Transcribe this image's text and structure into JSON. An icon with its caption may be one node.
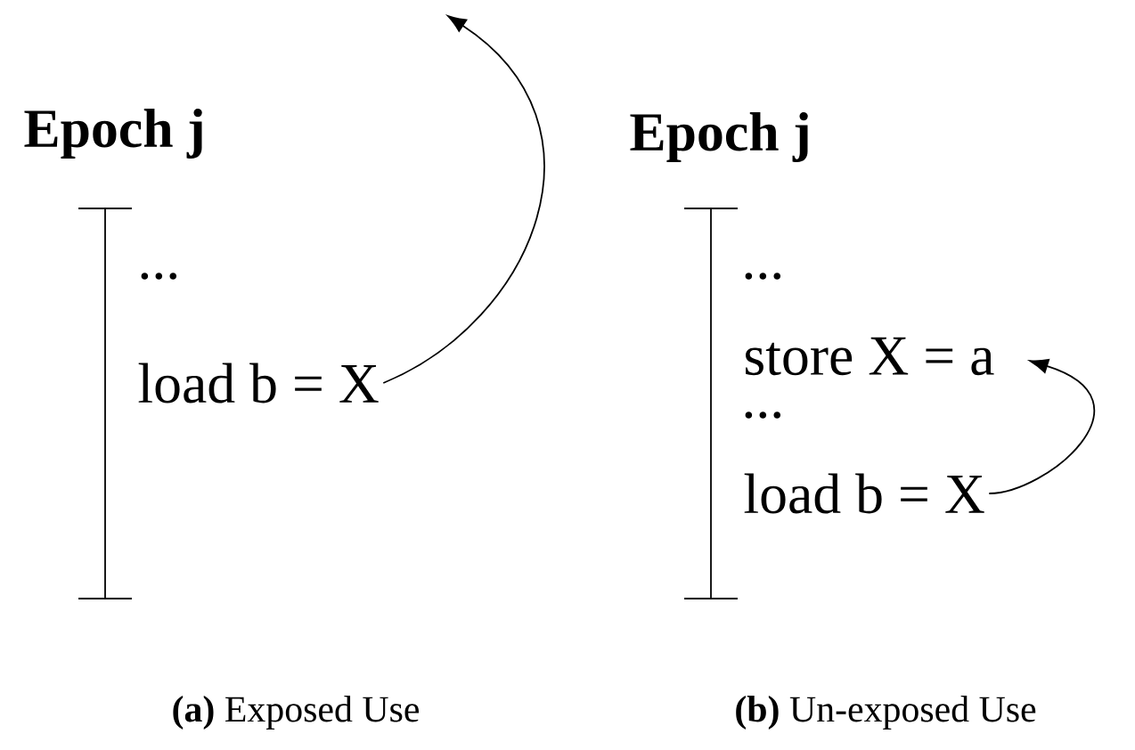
{
  "diagram": {
    "nodes": [
      {
        "text": [
          "load b = X"
        ]
      },
      {
        "text": [
          "store X = a"
        ]
      },
      {
        "text": [
          "load b = X"
        ]
      }
    ],
    "edges": [
      {
        "from": 0,
        "to": null,
        "arrow": "to"
      },
      {
        "from": 2,
        "to": 1,
        "arrow": "to"
      }
    ],
    "labels": [
      "Epoch j",
      "...",
      "Epoch j",
      "...",
      "...",
      "**(a)** Exposed Use",
      "**(b)** Un-exposed Use"
    ]
  }
}
